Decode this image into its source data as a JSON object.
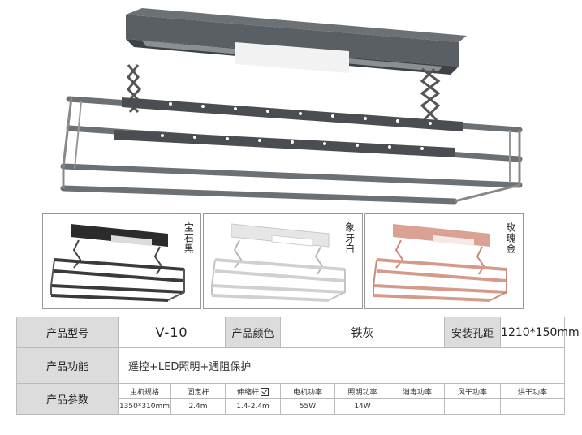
{
  "product_images": {
    "hero": {
      "icon": "clothes-drying-rack-gray"
    },
    "variants": [
      {
        "label": "宝石黑",
        "body_color": "#2b2b2b",
        "rail_color": "#3a3a3a",
        "icon": "drying-rack-black"
      },
      {
        "label": "象牙白",
        "body_color": "#e8e8e8",
        "rail_color": "#d0d0d0",
        "icon": "drying-rack-white"
      },
      {
        "label": "玫瑰金",
        "body_color": "#d9a294",
        "rail_color": "#d69a8a",
        "icon": "drying-rack-rose-gold"
      }
    ]
  },
  "spec": {
    "model_label": "产品型号",
    "model_value": "V-10",
    "color_label": "产品颜色",
    "color_value": "铁灰",
    "hole_label": "安装孔距",
    "hole_value": "1210*150mm",
    "function_label": "产品功能",
    "function_value": "遥控+LED照明+遇阻保护",
    "params_label": "产品参数",
    "params": [
      {
        "name": "主机规格",
        "value": "1350*310mm"
      },
      {
        "name": "固定杆",
        "value": "2.4m"
      },
      {
        "name": "伸缩杆",
        "value": "1.4-2.4m",
        "checked": true
      },
      {
        "name": "电机功率",
        "value": "55W"
      },
      {
        "name": "照明功率",
        "value": "14W"
      },
      {
        "name": "消毒功率",
        "value": ""
      },
      {
        "name": "风干功率",
        "value": ""
      },
      {
        "name": "烘干功率",
        "value": ""
      }
    ]
  }
}
